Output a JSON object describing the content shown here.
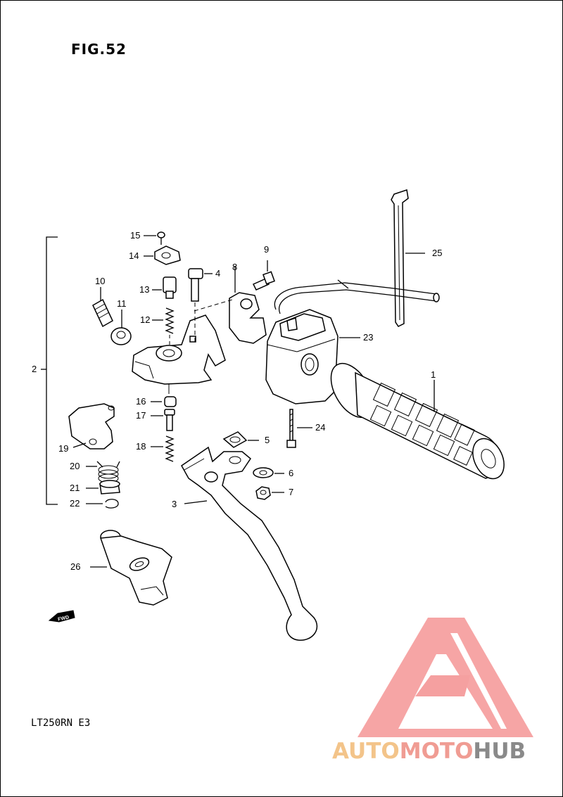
{
  "figure_label": "FIG.52",
  "model_code": "LT250RN  E3",
  "fwd_label": "FWD",
  "watermark": {
    "part1": "AUTO",
    "part2": "MOTO",
    "part3": "HUB",
    "colors": {
      "auto": "#f3c48a",
      "moto": "#f09c93",
      "hub": "#8a8a8a",
      "logo": "#f5a0a0"
    }
  },
  "callouts": [
    "1",
    "2",
    "3",
    "4",
    "5",
    "6",
    "7",
    "8",
    "9",
    "10",
    "11",
    "12",
    "13",
    "14",
    "15",
    "16",
    "17",
    "18",
    "19",
    "20",
    "21",
    "22",
    "23",
    "24",
    "25",
    "26"
  ]
}
